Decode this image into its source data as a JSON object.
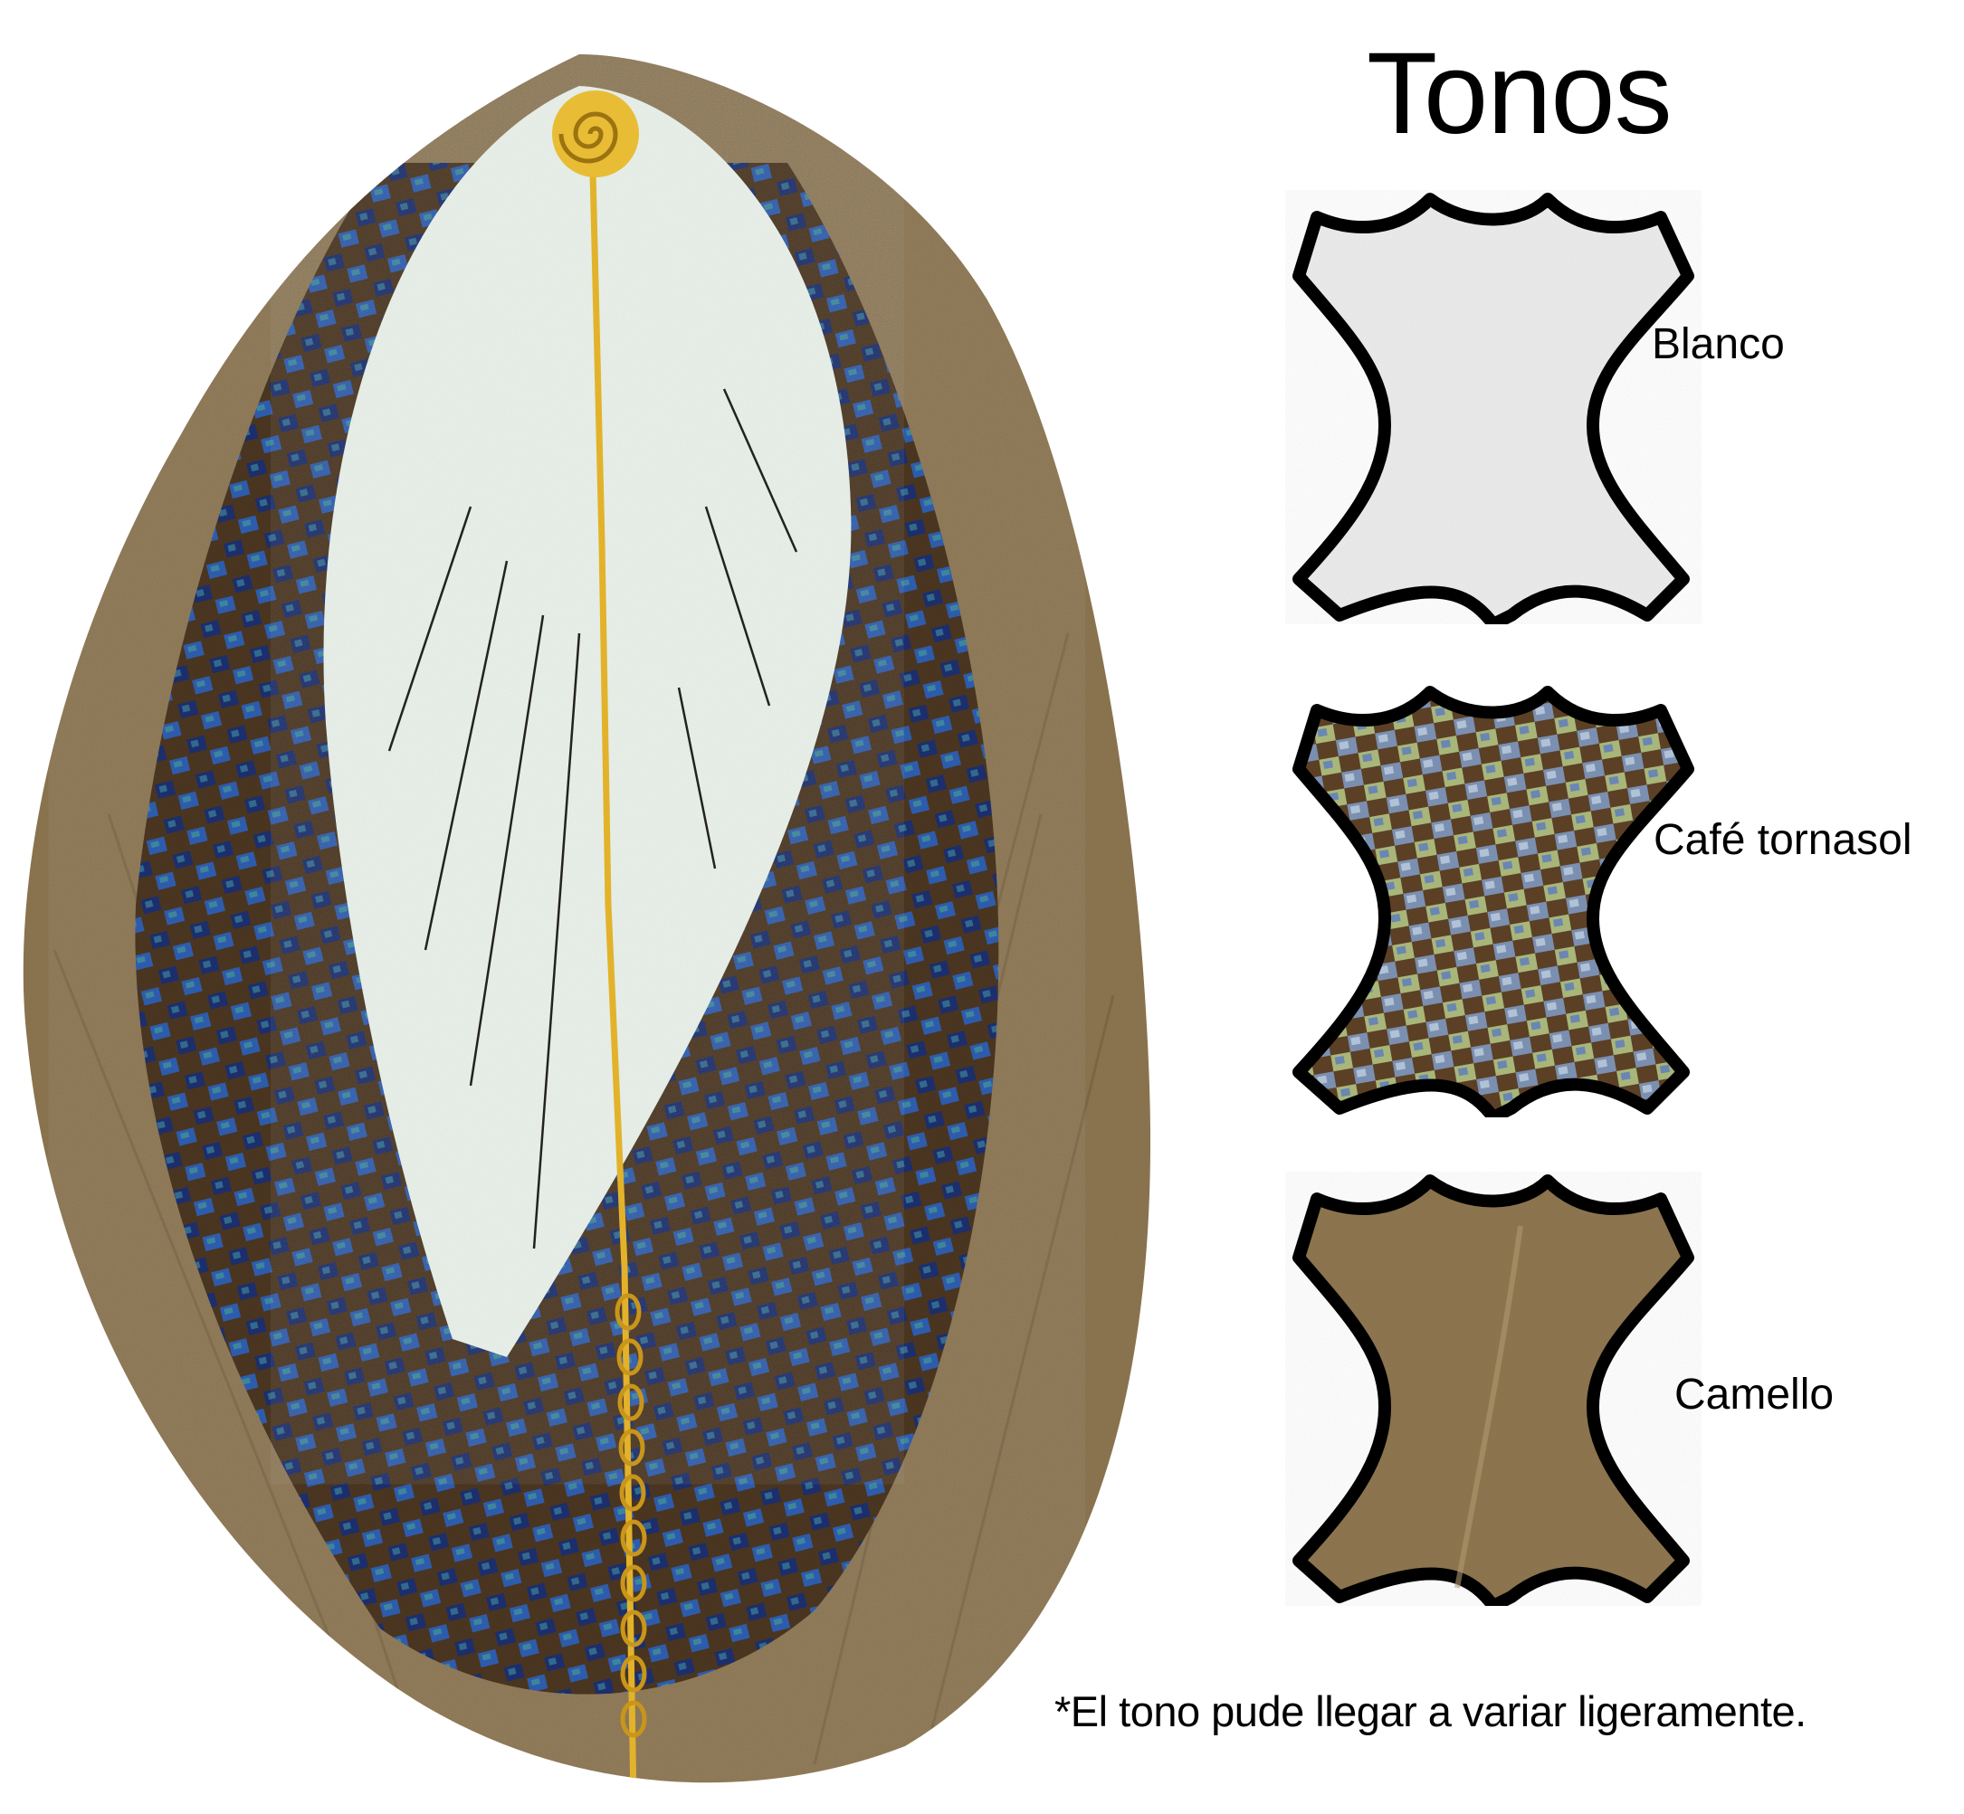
{
  "title": "Tonos",
  "swatches": [
    {
      "label": "Blanco",
      "color": "#ececec",
      "texture": "pebbled-leather"
    },
    {
      "label": "Café tornasol",
      "color": "#5a4326",
      "texture": "iridescent-checker"
    },
    {
      "label": "Camello",
      "color": "#8e7650",
      "texture": "suede"
    }
  ],
  "footnote": "*El tono pude llegar a variar ligeramente.",
  "product": {
    "description": "feather-earring",
    "colors": {
      "white_feather": "#e9f1ea",
      "camel_suede": "#8c7550",
      "iridescent_base": "#4b3620",
      "iridescent_blue": "#2b4fa0",
      "iridescent_teal": "#2f8a86",
      "gold": "#e2b22a"
    }
  }
}
